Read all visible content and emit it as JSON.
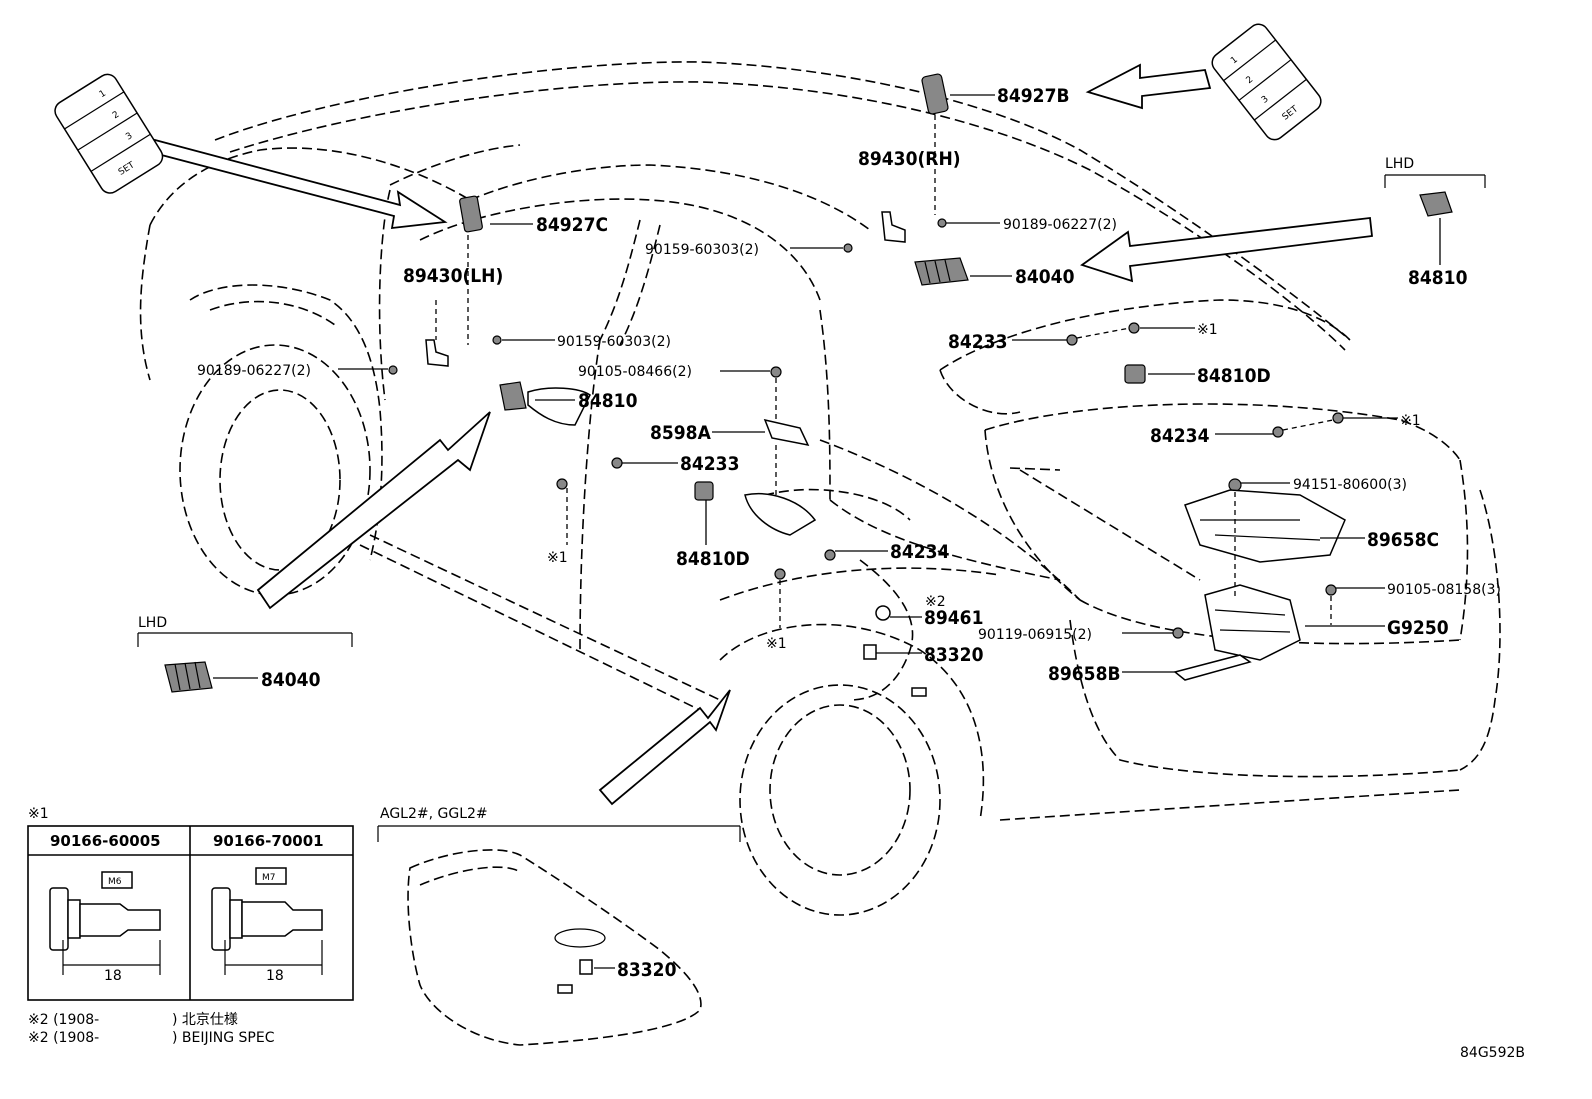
{
  "labels": {
    "p84927B": "84927B",
    "p84927C": "84927C",
    "p89430RH": "89430(RH)",
    "p89430LH": "89430(LH)",
    "p90189_rh": "90189-06227(2)",
    "p90189_lh": "90189-06227(2)",
    "p90159_rh": "90159-60303(2)",
    "p90159_lh": "90159-60303(2)",
    "p84040_top": "84040",
    "p84040_lhd": "84040",
    "p84810_right": "84810",
    "p84810_center": "84810",
    "p84233_top": "84233",
    "p84233_mid": "84233",
    "p84810D_top": "84810D",
    "p84810D_mid": "84810D",
    "p84234_top": "84234",
    "p84234_mid": "84234",
    "p90105_08466": "90105-08466(2)",
    "p8598A": "8598A",
    "p94151": "94151-80600(3)",
    "p89658C": "89658C",
    "p90105_08158": "90105-08158(3)",
    "pG9250": "G9250",
    "p89461": "89461",
    "p90119": "90119-06915(2)",
    "p83320_main": "83320",
    "p83320_inset": "83320",
    "p89658B": "89658B",
    "note1_a": "※1",
    "note1_b": "※1",
    "note1_c": "※1",
    "note1_d": "※1",
    "note2": "※2"
  },
  "lhd_top": "LHD",
  "lhd_left": "LHD",
  "switch_left": {
    "b1": "1",
    "b2": "2",
    "b3": "3",
    "set": "SET"
  },
  "switch_right": {
    "b1": "1",
    "b2": "2",
    "b3": "3",
    "set": "SET"
  },
  "inset_agl": {
    "title": "AGL2#, GGL2#"
  },
  "bolt_table": {
    "marker": "※1",
    "col1": {
      "part": "90166-60005",
      "thread": "M6",
      "length": "18"
    },
    "col2": {
      "part": "90166-70001",
      "thread": "M7",
      "length": "18"
    }
  },
  "footnotes": {
    "line1_prefix": "※2 (1908-",
    "line1_suffix": ") 北京仕様",
    "line2_prefix": "※2 (1908-",
    "line2_suffix": ") BEIJING SPEC"
  },
  "diagram_code": "84G592B"
}
